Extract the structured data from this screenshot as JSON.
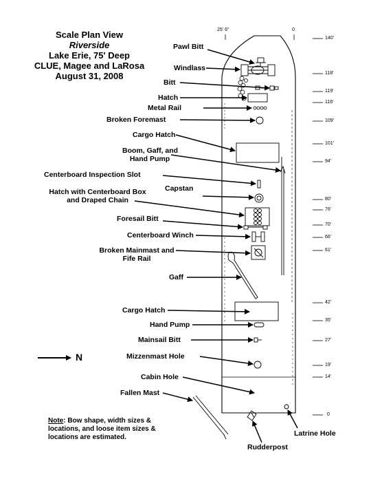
{
  "title": {
    "line1": "Scale Plan View",
    "line2": "Riverside",
    "line3": "Lake Erie, 75' Deep",
    "line4": "CLUE,  Magee and LaRosa",
    "line5": "August 31, 2008"
  },
  "width_scale": {
    "left": "25' 6\"",
    "right": "0"
  },
  "length_scale": [
    "140'",
    "118'",
    "119'",
    "116'",
    "109'",
    "101'",
    "94'",
    "80'",
    "76'",
    "70'",
    "66'",
    "61'",
    "42'",
    "35'",
    "27'",
    "19'",
    "14'",
    "0"
  ],
  "labels": {
    "pawl_bitt": "Pawl Bitt",
    "windlass": "Windlass",
    "bitt": "Bitt",
    "hatch": "Hatch",
    "metal_rail": "Metal Rail",
    "broken_foremast": "Broken Foremast",
    "cargo_hatch_fwd": "Cargo Hatch",
    "boom_gaff_pump": [
      "Boom, Gaff, and",
      "Hand Pump"
    ],
    "cb_inspection_slot": "Centerboard Inspection Slot",
    "capstan": "Capstan",
    "hatch_cb_box": [
      "Hatch with Centerboard Box",
      "and Draped Chain"
    ],
    "foresail_bitt": "Foresail Bitt",
    "cb_winch": "Centerboard Winch",
    "broken_mainmast": [
      "Broken Mainmast and",
      "Fife Rail"
    ],
    "gaff": "Gaff",
    "cargo_hatch_aft": "Cargo Hatch",
    "hand_pump": "Hand Pump",
    "mainsail_bitt": "Mainsail Bitt",
    "mizzenmast_hole": "Mizzenmast Hole",
    "cabin_hole": "Cabin Hole",
    "fallen_mast": "Fallen Mast",
    "rudderpost": "Rudderpost",
    "latrine_hole": "Latrine Hole"
  },
  "north": "N",
  "note": {
    "heading": "Note",
    "text": ":  Bow shape, width sizes & locations, and loose item sizes & locations are estimated."
  }
}
